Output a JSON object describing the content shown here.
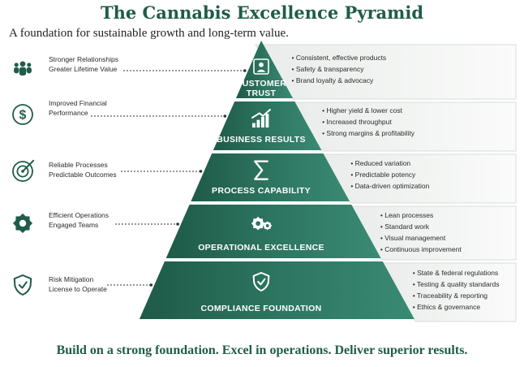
{
  "title": "The Cannabis Excellence Pyramid",
  "subtitle": "A foundation for sustainable growth and long-term value.",
  "footer": "Build on a strong foundation. Excel in operations. Deliver superior results.",
  "colors": {
    "brand": "#1f5c49",
    "tier_dark": "#1e5a48",
    "tier_light": "#3a8a73"
  },
  "tiers": [
    {
      "name_lines": [
        "CUSTOMER",
        "TRUST"
      ],
      "icon": "person-icon",
      "left_lines": [
        "Stronger Relationships",
        "Greater Lifetime Value"
      ],
      "left_icon": "people-group-icon",
      "bullets": [
        "Consistent, effective products",
        "Safety & transparency",
        "Brand loyalty & advocacy"
      ]
    },
    {
      "name_lines": [
        "BUSINESS RESULTS"
      ],
      "icon": "bar-chart-icon",
      "left_lines": [
        "Improved Financial",
        "Performance"
      ],
      "left_icon": "dollar-circle-icon",
      "bullets": [
        "Higher yield & lower cost",
        "Increased throughput",
        "Strong margins & profitability"
      ]
    },
    {
      "name_lines": [
        "PROCESS CAPABILITY"
      ],
      "icon": "sigma-icon",
      "left_lines": [
        "Reliable Processes",
        "Predictable Outcomes"
      ],
      "left_icon": "target-icon",
      "bullets": [
        "Reduced variation",
        "Predictable potency",
        "Data-driven optimization"
      ]
    },
    {
      "name_lines": [
        "OPERATIONAL EXCELLENCE"
      ],
      "icon": "gears-icon",
      "left_lines": [
        "Efficient Operations",
        "Engaged Teams"
      ],
      "left_icon": "gear-icon",
      "bullets": [
        "Lean processes",
        "Standard work",
        "Visual management",
        "Continuous improvement"
      ]
    },
    {
      "name_lines": [
        "COMPLIANCE FOUNDATION"
      ],
      "icon": "shield-check-icon",
      "left_lines": [
        "Risk Mitigation",
        "License to Operate"
      ],
      "left_icon": "shield-check-icon",
      "bullets": [
        "State & federal regulations",
        "Testing & quality standards",
        "Traceability & reporting",
        "Ethics & governance"
      ]
    }
  ]
}
